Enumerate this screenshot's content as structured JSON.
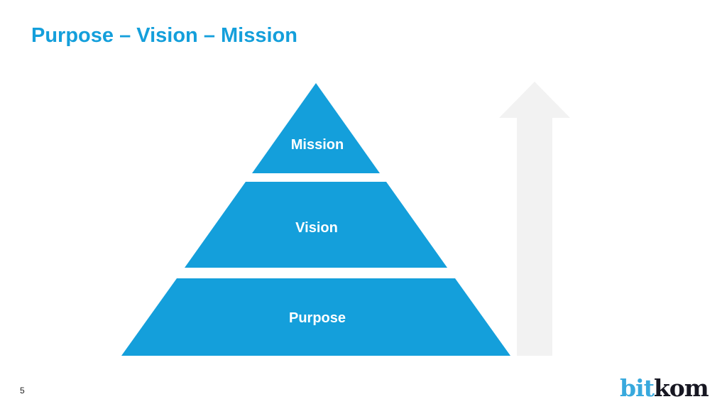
{
  "slide": {
    "title": "Purpose – Vision – Mission",
    "page_number": "5",
    "logo": {
      "part1": "bit",
      "part2": "kom"
    }
  },
  "pyramid": {
    "levels": [
      {
        "label": "Mission"
      },
      {
        "label": "Vision"
      },
      {
        "label": "Purpose"
      }
    ]
  },
  "colors": {
    "accent_blue": "#149fdb",
    "arrow_gray": "#f2f2f2",
    "label_white": "#ffffff",
    "logo_blue": "#38a9dd",
    "logo_dark": "#171722",
    "page_number_color": "#222222"
  }
}
